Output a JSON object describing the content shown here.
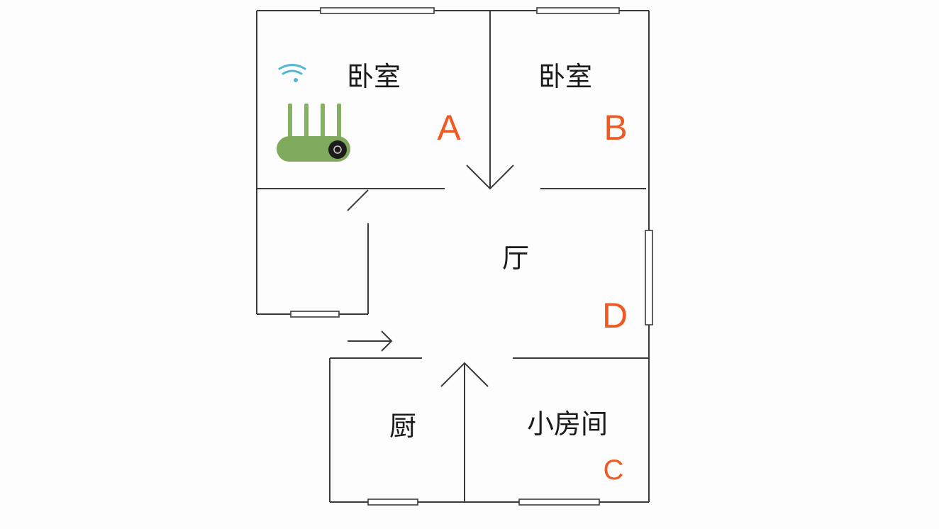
{
  "rooms": {
    "bedroom_a": {
      "name": "卧室",
      "tag": "A"
    },
    "bedroom_b": {
      "name": "卧室",
      "tag": "B"
    },
    "living": {
      "name": "厅",
      "tag": "D"
    },
    "kitchen": {
      "name": "厨"
    },
    "small_room": {
      "name": "小房间",
      "tag": "C"
    }
  },
  "colors": {
    "tag": "#f05a22",
    "router": "#7faa5e",
    "wifi": "#4fb8d8"
  }
}
